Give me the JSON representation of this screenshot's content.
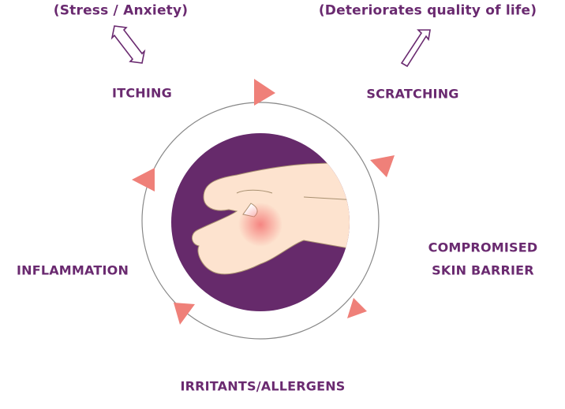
{
  "colors": {
    "primary": "#662a6b",
    "arrow": "#ef8079",
    "ring": "#888888",
    "skin": "#fde3cf"
  },
  "annotations": {
    "itching_effect": "(Stress / Anxiety)",
    "scratching_effect": "(Deteriorates quality of life)"
  },
  "cycle": {
    "itching": "ITCHING",
    "scratching": "SCRATCHING",
    "compromised_line1": "COMPROMISED",
    "compromised_line2": "SKIN BARRIER",
    "irritants": "IRRITANTS/ALLERGENS",
    "inflammation": "INFLAMMATION"
  },
  "icons": {
    "center": "scratching-hand-illustration",
    "cycle_arrows": "triangle-arrow",
    "effect_arrows": "outline-arrow"
  }
}
